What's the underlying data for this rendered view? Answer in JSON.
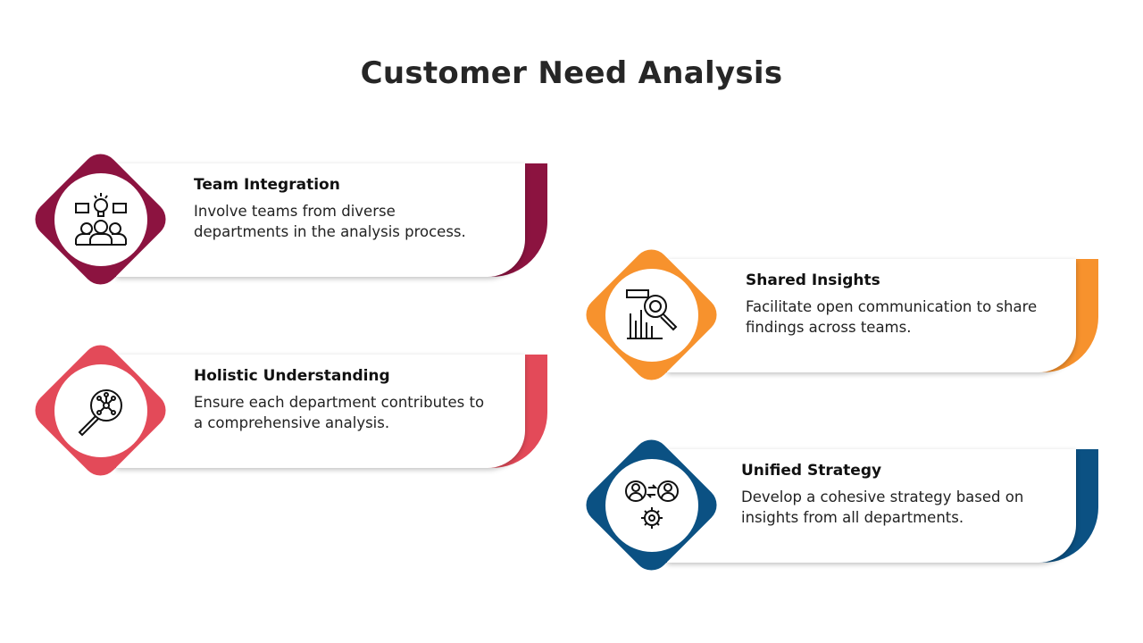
{
  "title": "Customer Need Analysis",
  "cards": [
    {
      "heading": "Team Integration",
      "text": "Involve teams from diverse departments in the analysis process.",
      "color": "#8C1340",
      "icon": "team-ideas-icon"
    },
    {
      "heading": "Holistic Understanding",
      "text": "Ensure each department contributes to a comprehensive analysis.",
      "color": "#E34A59",
      "icon": "network-magnifier-icon"
    },
    {
      "heading": "Shared Insights",
      "text": "Facilitate open communication to share findings across teams.",
      "color": "#F7922D",
      "icon": "chart-analysis-icon"
    },
    {
      "heading": "Unified Strategy",
      "text": "Develop a cohesive strategy based on insights from all departments.",
      "color": "#0B5183",
      "icon": "people-gear-icon"
    }
  ]
}
